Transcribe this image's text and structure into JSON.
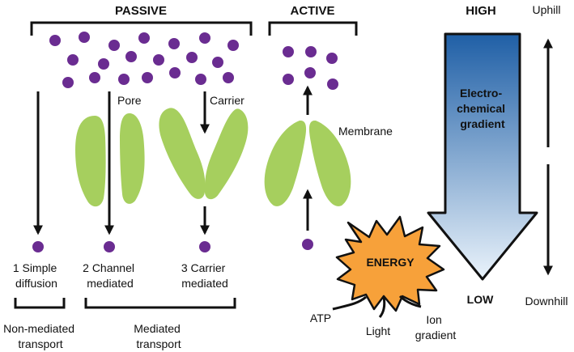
{
  "headers": {
    "passive": "PASSIVE",
    "active": "ACTIVE",
    "high": "HIGH",
    "low": "LOW",
    "uphill": "Uphill",
    "downhill": "Downhill"
  },
  "labels": {
    "pore": "Pore",
    "carrier": "Carrier",
    "membrane": "Membrane",
    "energy": "ENERGY",
    "atp": "ATP",
    "light": "Light",
    "ion_line1": "Ion",
    "ion_line2": "gradient"
  },
  "gradient": {
    "line1": "Electro-",
    "line2": "chemical",
    "line3": "gradient"
  },
  "mechanisms": {
    "simple_line1": "1 Simple",
    "simple_line2": "diffusion",
    "channel_line1": "2 Channel",
    "channel_line2": "mediated",
    "carrier_line1": "3 Carrier",
    "carrier_line2": "mediated"
  },
  "groups": {
    "non_mediated_line1": "Non-mediated",
    "non_mediated_line2": "transport",
    "mediated_line1": "Mediated",
    "mediated_line2": "transport"
  },
  "colors": {
    "molecule": "#6a2c91",
    "membrane": "#a6cf5e",
    "energy": "#f7a13a",
    "gradient_top": "#1f5fa6",
    "gradient_bottom": "#eaf3fb",
    "ink": "#111111"
  }
}
